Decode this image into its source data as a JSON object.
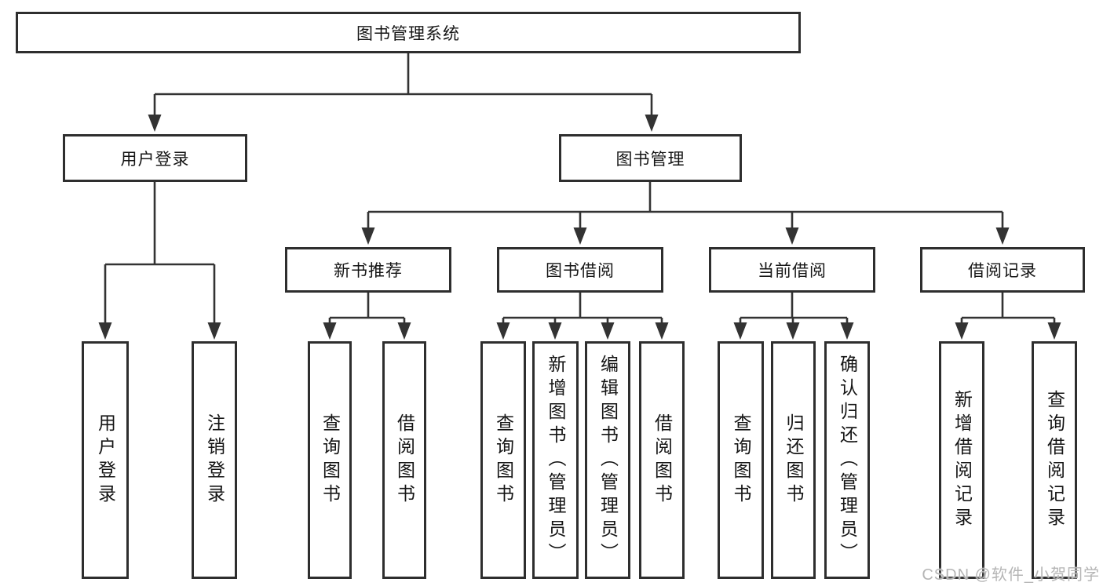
{
  "watermark": "CSDN @软件_小贺同学",
  "colors": {
    "line": "#333333",
    "box_border": "#2e2e2e",
    "text": "#151515",
    "watermark_text": "#b5b5b5",
    "background": "#ffffff"
  },
  "tree": {
    "label": "图书管理系统",
    "children": [
      {
        "label": "用户登录",
        "children": [
          {
            "label": "用户登录"
          },
          {
            "label": "注销登录"
          }
        ]
      },
      {
        "label": "图书管理",
        "children": [
          {
            "label": "新书推荐",
            "children": [
              {
                "label": "查询图书"
              },
              {
                "label": "借阅图书"
              }
            ]
          },
          {
            "label": "图书借阅",
            "children": [
              {
                "label": "查询图书"
              },
              {
                "label": "新增图书（管理员）"
              },
              {
                "label": "编辑图书（管理员）"
              },
              {
                "label": "借阅图书"
              }
            ]
          },
          {
            "label": "当前借阅",
            "children": [
              {
                "label": "查询图书"
              },
              {
                "label": "归还图书"
              },
              {
                "label": "确认归还（管理员）"
              }
            ]
          },
          {
            "label": "借阅记录",
            "children": [
              {
                "label": "新增借阅记录"
              },
              {
                "label": "查询借阅记录"
              }
            ]
          }
        ]
      }
    ]
  }
}
